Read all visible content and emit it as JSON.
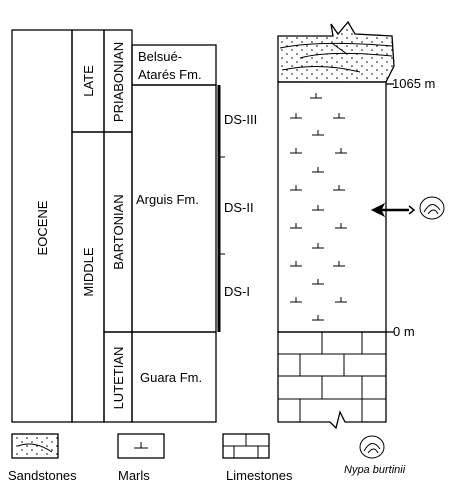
{
  "stratigraphy": {
    "epoch": "EOCENE",
    "subepochs": {
      "late": "LATE",
      "middle": "MIDDLE"
    },
    "stages": {
      "priabonian": "PRIABONIAN",
      "bartonian": "BARTONIAN",
      "lutetian": "LUTETIAN"
    },
    "formations": {
      "belsue_line1": "Belsué-",
      "belsue_line2": "Atarés Fm.",
      "arguis": "Arguis Fm.",
      "guara": "Guara Fm."
    },
    "sequences": [
      "DS-III",
      "DS-II",
      "DS-I"
    ]
  },
  "column": {
    "top_mark": "1065 m",
    "base_mark": "0 m"
  },
  "legend": {
    "sandstones": "Sandstones",
    "marls": "Marls",
    "limestones": "Limestones",
    "fossil": "Nypa burtinii"
  }
}
